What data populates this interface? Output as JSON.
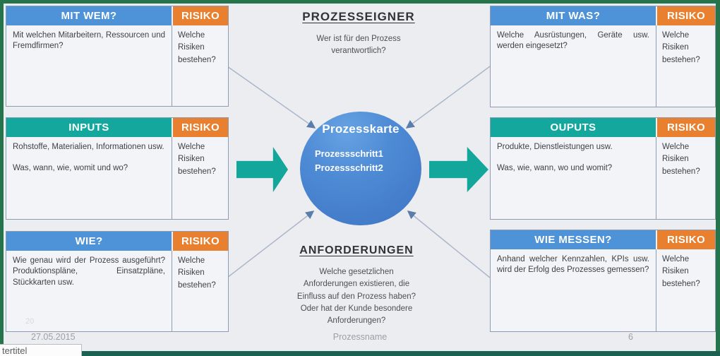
{
  "slide": {
    "footer": {
      "date": "27.05.2015",
      "name": "Prozessname",
      "page_number": "6"
    },
    "watermark": "20",
    "tooltip_text": "tertitel"
  },
  "colors": {
    "header_blue": "#4e93d7",
    "header_teal": "#14a79d",
    "risk_orange": "#e8802f",
    "flow_arrow_teal": "#12a79a",
    "circle_blue_top": "#5b9bdf",
    "circle_blue_bottom": "#3d74c3",
    "frame_green": "#26744b",
    "background": "#ecedf0"
  },
  "boxes": [
    {
      "title": "MIT WEM?",
      "risk_title": "RISIKO",
      "body": "Mit welchen Mitarbeitern, Ressourcen und Fremdfirmen?",
      "risk_body": "Welche Risiken bestehen?"
    },
    {
      "title": "INPUTS",
      "risk_title": "RISIKO",
      "body": "Rohstoffe, Materialien, Informationen usw.",
      "body2": "Was, wann, wie, womit und wo?",
      "risk_body": "Welche Risiken bestehen?"
    },
    {
      "title": "WIE?",
      "risk_title": "RISIKO",
      "body": "Wie genau wird der Prozess ausgeführt? Produktionspläne, Einsatzpläne, Stückkarten usw.",
      "risk_body": "Welche Risiken bestehen?"
    },
    {
      "title": "MIT WAS?",
      "risk_title": "RISIKO",
      "body": "Welche Ausrüstungen, Geräte usw. werden eingesetzt?",
      "risk_body": "Welche Risiken bestehen?"
    },
    {
      "title": "OUPUTS",
      "risk_title": "RISIKO",
      "body": "Produkte, Dienstleistungen usw.",
      "body2": "Was, wie, wann, wo und womit?",
      "risk_body": "Welche Risiken bestehen?"
    },
    {
      "title": "WIE MESSEN?",
      "risk_title": "RISIKO",
      "body": "Anhand welcher Kennzahlen, KPIs usw. wird der Erfolg des Prozesses gemessen?",
      "risk_body": "Welche Risiken bestehen?"
    }
  ],
  "center": {
    "owner_title": "PROZESSEIGNER",
    "owner_lines": [
      "Wer ist für den Prozess",
      "verantwortlich?"
    ],
    "circle_title": "Prozesskarte",
    "circle_steps": [
      "Prozessschritt1",
      "Prozessschritt2"
    ],
    "requirements_title": "ANFORDERUNGEN",
    "requirements_lines": [
      "Welche gesetzlichen",
      "Anforderungen existieren, die",
      "Einfluss auf den Prozess haben?",
      "Oder hat der Kunde besondere",
      "Anforderungen?"
    ]
  }
}
